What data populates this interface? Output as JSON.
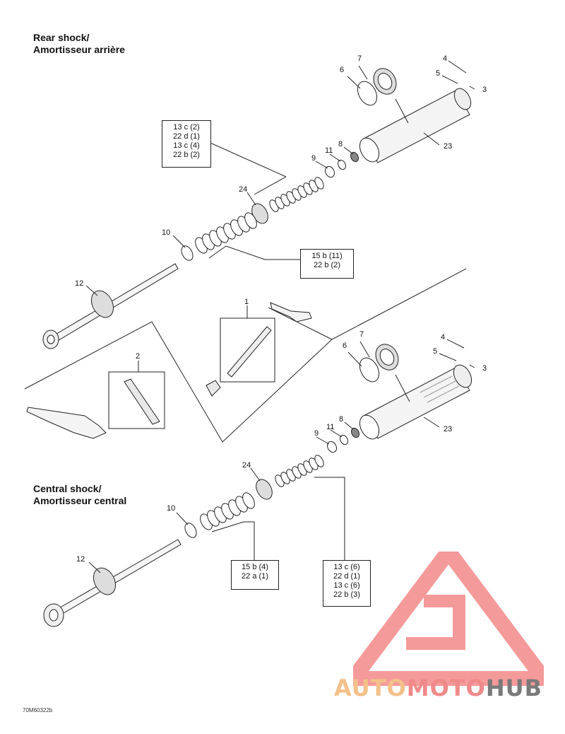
{
  "headings": {
    "rear_line1": "Rear shock/",
    "rear_line2": "Amortisseur arrière",
    "central_line1": "Central shock/",
    "central_line2": "Amortisseur central"
  },
  "rear": {
    "callouts": {
      "c1": "1",
      "c2": "2",
      "c3": "3",
      "c4": "4",
      "c5": "5",
      "c6": "6",
      "c7": "7",
      "c8": "8",
      "c9": "9",
      "c10": "10",
      "c11": "11",
      "c12": "12",
      "c23": "23",
      "c24": "24"
    },
    "box_upper": [
      "13 c (2)",
      "22 d (1)",
      "13 c (4)",
      "22 b (2)"
    ],
    "box_lower": [
      "15 b (11)",
      "22 b (2)"
    ]
  },
  "central": {
    "callouts": {
      "c3": "3",
      "c4": "4",
      "c5": "5",
      "c6": "6",
      "c7": "7",
      "c8": "8",
      "c9": "9",
      "c10": "10",
      "c11": "11",
      "c12": "12",
      "c23": "23",
      "c24": "24"
    },
    "box_left": [
      "15 b (4)",
      "22 a (1)"
    ],
    "box_right": [
      "13 c (6)",
      "22 d (1)",
      "13 c (6)",
      "22 b (3)"
    ]
  },
  "footer_code": "70M60322b",
  "watermark": {
    "part1": "AUTO",
    "part2": "MOTO",
    "part3": "HUB",
    "color1": "#f4c08a",
    "color2": "#f08a8a",
    "color3": "#7a7a7a"
  }
}
